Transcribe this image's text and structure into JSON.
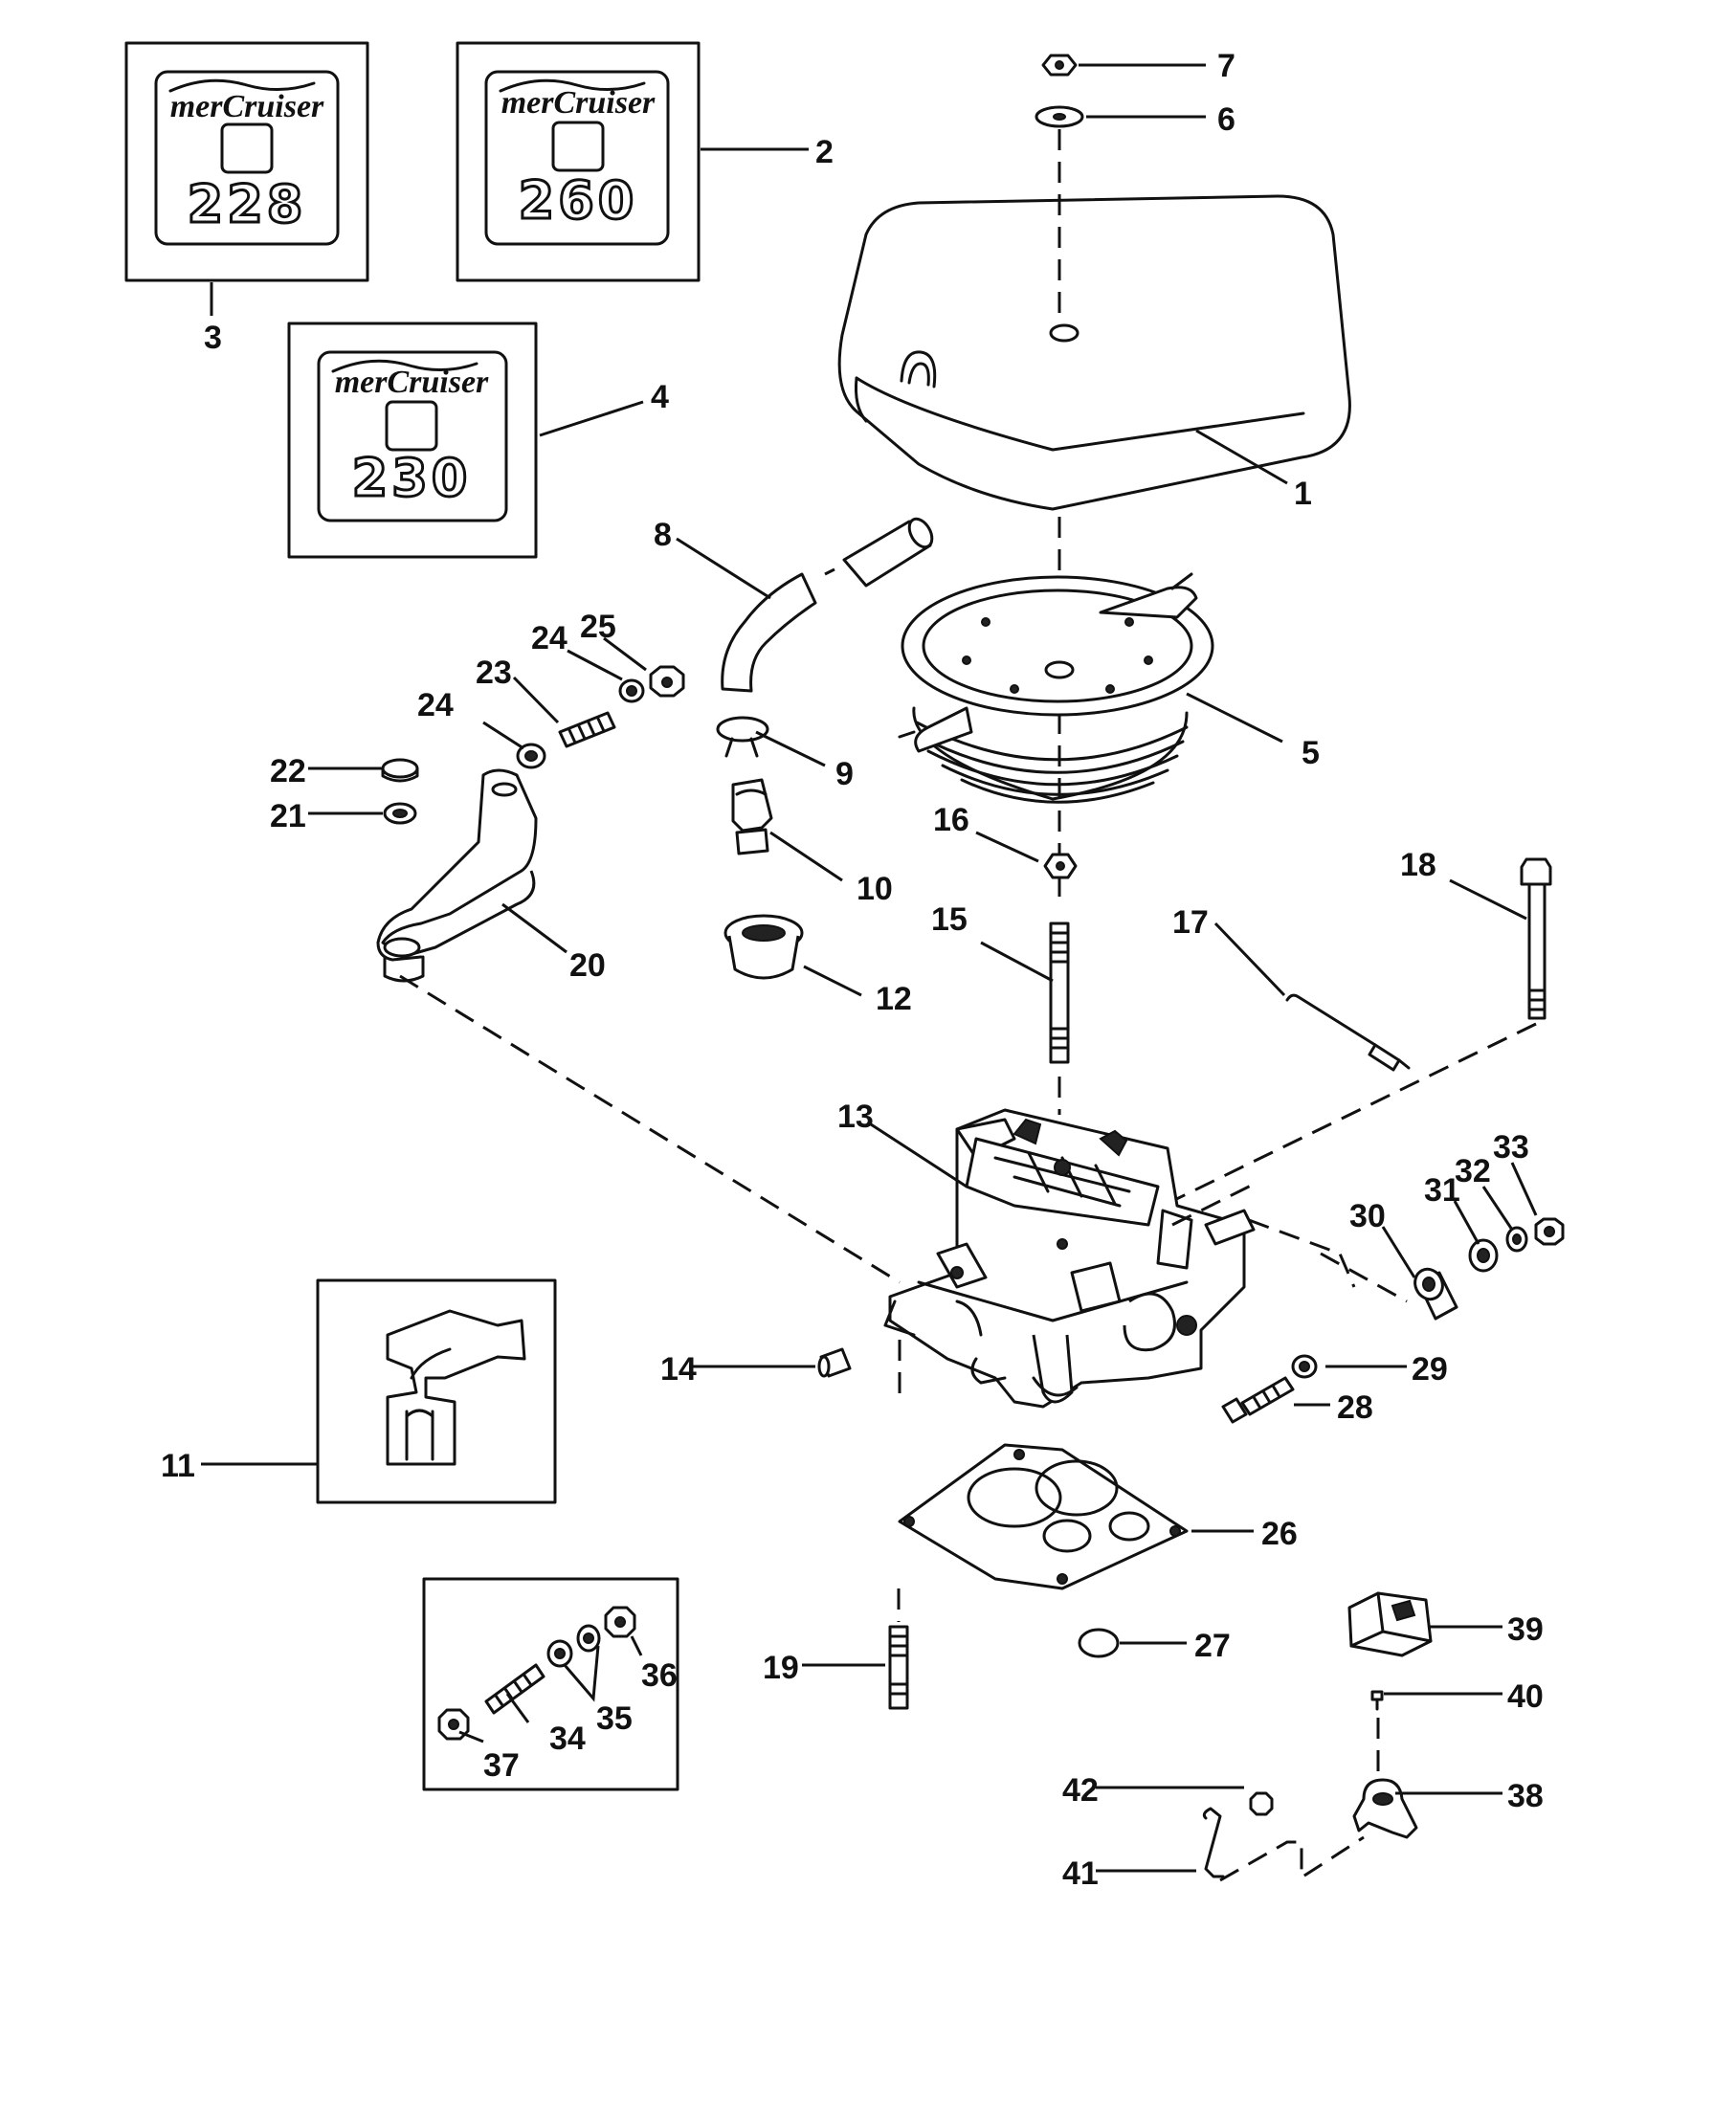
{
  "badges": [
    {
      "id": "badge-228",
      "brand": "merCruiser",
      "model": "228",
      "ref": "3"
    },
    {
      "id": "badge-260",
      "brand": "merCruiser",
      "model": "260",
      "ref": "2"
    },
    {
      "id": "badge-230",
      "brand": "merCruiser",
      "model": "230",
      "ref": "4"
    }
  ],
  "labels": {
    "p1": "1",
    "p2": "2",
    "p3": "3",
    "p4": "4",
    "p5": "5",
    "p6": "6",
    "p7": "7",
    "p8": "8",
    "p9": "9",
    "p10": "10",
    "p11": "11",
    "p12": "12",
    "p13": "13",
    "p14": "14",
    "p15": "15",
    "p16": "16",
    "p17": "17",
    "p18": "18",
    "p19": "19",
    "p20": "20",
    "p21": "21",
    "p22": "22",
    "p23": "23",
    "p24a": "24",
    "p24b": "24",
    "p25": "25",
    "p26": "26",
    "p27": "27",
    "p28": "28",
    "p29": "29",
    "p30": "30",
    "p31": "31",
    "p32": "32",
    "p33": "33",
    "p34": "34",
    "p35": "35",
    "p36": "36",
    "p37": "37",
    "p38": "38",
    "p39": "39",
    "p40": "40",
    "p41": "41",
    "p42": "42"
  }
}
